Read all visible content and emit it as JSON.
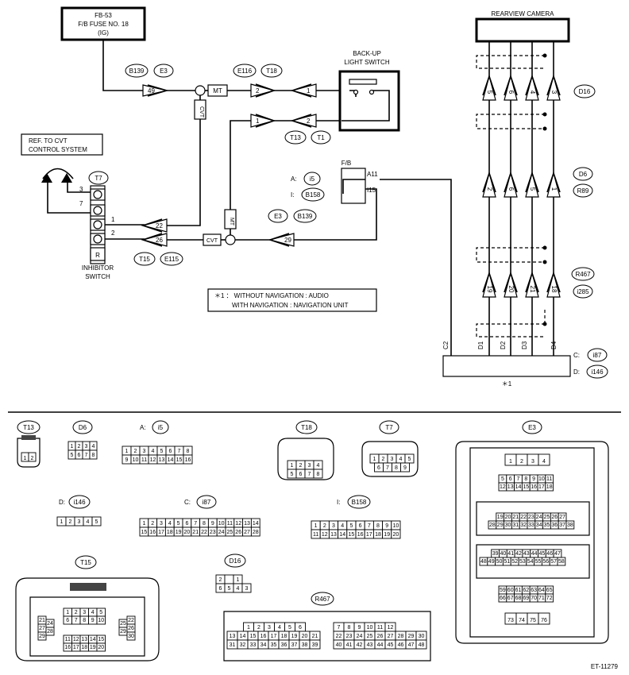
{
  "fuse": {
    "line1": "FB-53",
    "line2": "F/B FUSE NO. 18",
    "line3": "(IG)"
  },
  "ref_cvt": {
    "line1": "REF. TO CVT",
    "line2": "CONTROL SYSTEM"
  },
  "rearview_camera": "REARVIEW CAMERA",
  "backup_switch": {
    "line1": "BACK-UP",
    "line2": "LIGHT SWITCH"
  },
  "inhibitor": {
    "line1": "INHIBITOR",
    "line2": "SWITCH",
    "r_label": "R"
  },
  "fb_label": "F/B",
  "fb_prefix": {
    "a": "A:",
    "i": "I:"
  },
  "fb_pins": {
    "a11": "A11",
    "i15": "I15"
  },
  "connectors": {
    "b139": "B139",
    "e3": "E3",
    "e116": "E116",
    "t18": "T18",
    "t13": "T13",
    "t1": "T1",
    "t7": "T7",
    "t15": "T15",
    "e115": "E115",
    "i5": "i5",
    "b158": "B158",
    "d16": "D16",
    "d6": "D6",
    "r89": "R89",
    "r467": "R467",
    "i285": "i285",
    "i87": "i87",
    "i146": "i146"
  },
  "mt": "MT",
  "cvt": "CVT",
  "pin_numbers": {
    "p49": "49",
    "p2": "2",
    "p1": "1",
    "p22": "22",
    "p26": "26",
    "p29": "29",
    "p3": "3",
    "p7": "7"
  },
  "camera_pins": {
    "d16": [
      "5",
      "6",
      "4",
      "3"
    ],
    "d6": [
      "2",
      "6",
      "5",
      "1"
    ],
    "r467": [
      "19",
      "20",
      "21",
      "18"
    ]
  },
  "audio_pins": {
    "c2": "C2",
    "d1": "D1",
    "d2": "D2",
    "d3": "D3",
    "d4": "D4",
    "c_prefix": "C:",
    "d_prefix": "D:"
  },
  "note": {
    "marker": "＊1",
    "line1": "： WITHOUT NAVIGATION  : AUDIO",
    "line2": "WITH NAVIGATION  : NAVIGATION UNIT"
  },
  "star1": "＊1",
  "face_prefix": {
    "a": "A:",
    "d": "D:",
    "c": "C:",
    "i": "I:"
  },
  "code": "ET-11279"
}
